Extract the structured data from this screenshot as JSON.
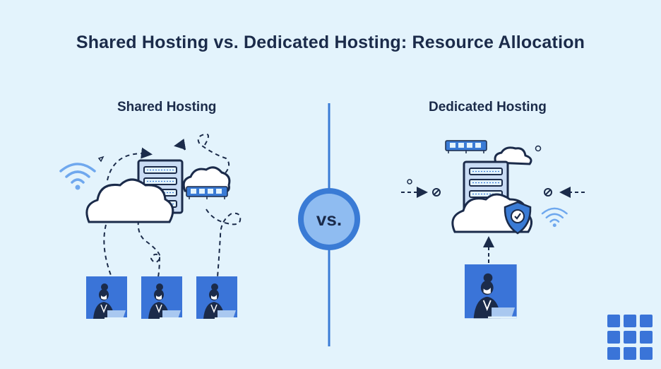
{
  "title": "Shared Hosting vs. Dedicated Hosting: Resource Allocation",
  "shared": {
    "heading": "Shared Hosting",
    "user_count": 3
  },
  "dedicated": {
    "heading": "Dedicated Hosting",
    "user_count": 1
  },
  "vs_label": "vs.",
  "colors": {
    "background": "#e3f3fc",
    "ink": "#1b2b4a",
    "accent": "#3a7bd5",
    "user_tile": "#3a74d8",
    "server": "#c9dcf4"
  },
  "icons": [
    "wifi-icon",
    "cloud-icon",
    "server-icon",
    "ram-module-icon",
    "user-icon",
    "shield-check-icon",
    "blocked-icon",
    "grid-logo-icon"
  ]
}
